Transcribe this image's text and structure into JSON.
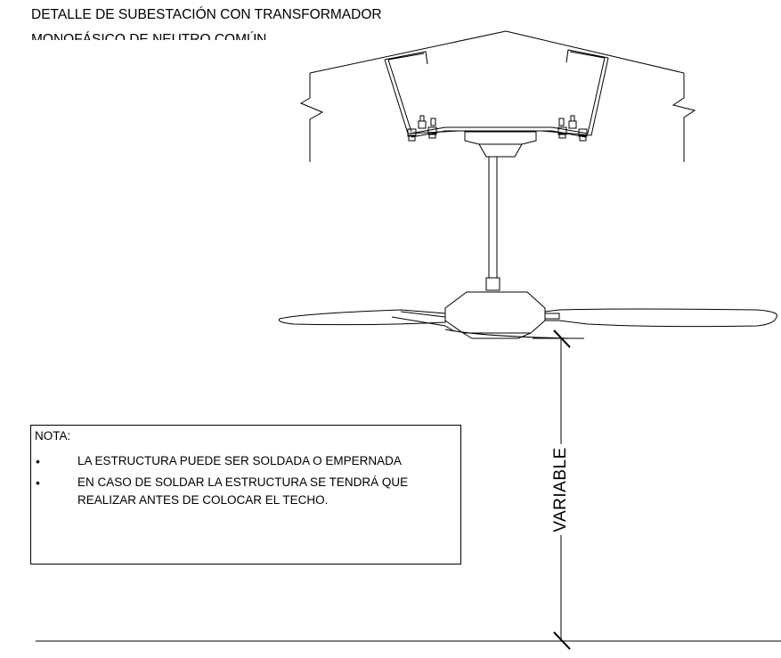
{
  "title": {
    "line1": "DETALLE DE SUBESTACIÓN CON TRANSFORMADOR",
    "line2": "MONOFÁSICO DE NEUTRO COMÚN"
  },
  "dimension": {
    "label": "VARIABLE"
  },
  "note": {
    "heading": "NOTA:",
    "items": [
      {
        "bullet": "•",
        "text": "LA ESTRUCTURA PUEDE SER SOLDADA O EMPERNADA"
      },
      {
        "bullet": "•",
        "text": "EN CASO DE SOLDAR LA ESTRUCTURA SE TENDRÁ QUE REALIZAR ANTES DE COLOCAR EL TECHO."
      }
    ]
  },
  "colors": {
    "line": "#000000",
    "background": "#ffffff"
  }
}
